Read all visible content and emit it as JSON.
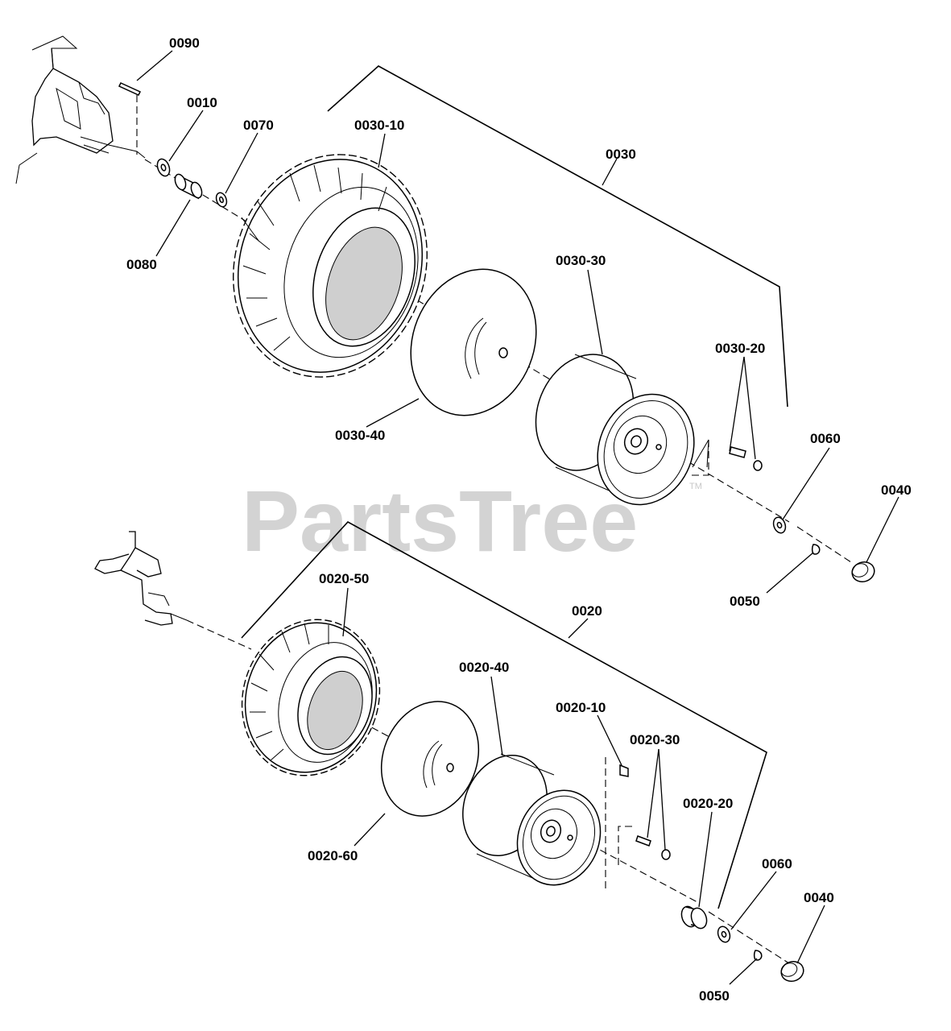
{
  "watermark": {
    "text": "PartsTree",
    "tm": "TM"
  },
  "labels": {
    "p0090": "0090",
    "p0010": "0010",
    "p0070": "0070",
    "p0030_10": "0030-10",
    "p0030": "0030",
    "p0080": "0080",
    "p0030_30": "0030-30",
    "p0030_20": "0030-20",
    "p0030_40": "0030-40",
    "p0060_top": "0060",
    "p0040_top": "0040",
    "p0050_top": "0050",
    "p0020_50": "0020-50",
    "p0020": "0020",
    "p0020_40": "0020-40",
    "p0020_10": "0020-10",
    "p0020_30": "0020-30",
    "p0020_20": "0020-20",
    "p0020_60": "0020-60",
    "p0060_bot": "0060",
    "p0040_bot": "0040",
    "p0050_bot": "0050"
  }
}
